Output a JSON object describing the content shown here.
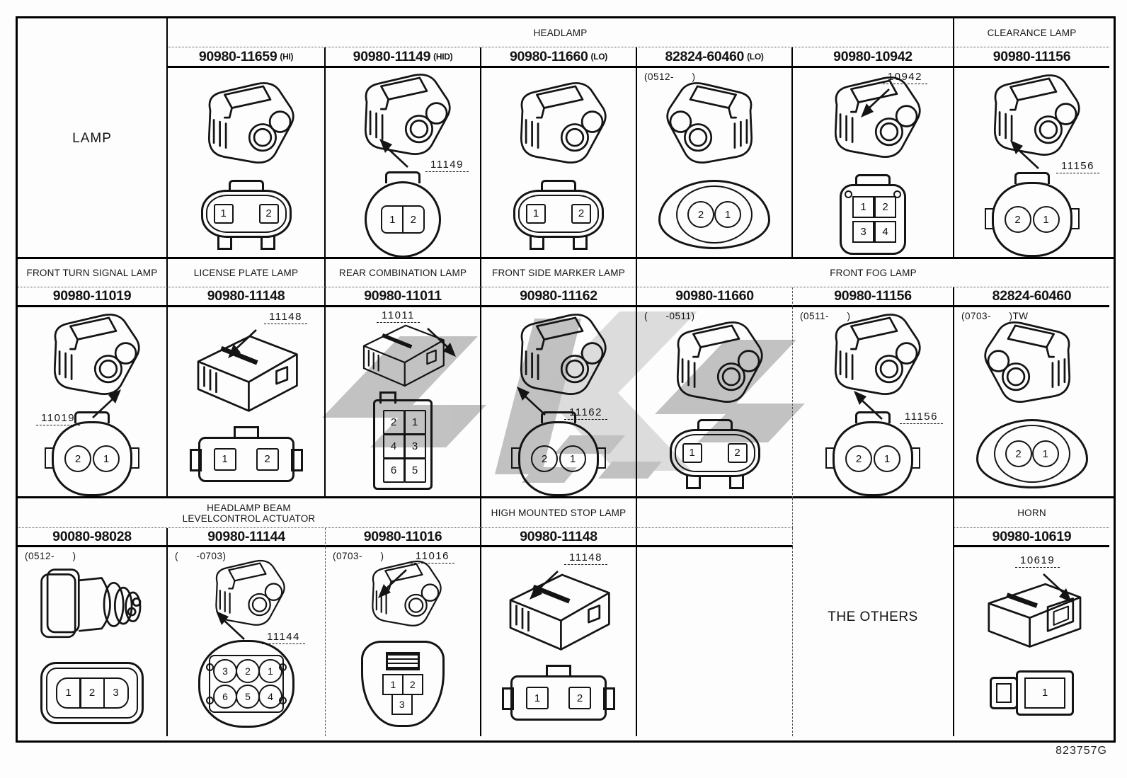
{
  "footer": {
    "code": "823757G"
  },
  "watermark": {
    "color": "#b7b7b7"
  },
  "s1": {
    "label": "LAMP",
    "group_headers": {
      "headlamp": "HEADLAMP",
      "clearance": "CLEARANCE LAMP"
    },
    "cells": [
      {
        "number": "90980-11659",
        "suffix": "(HI)",
        "pins": [
          "1",
          "2"
        ]
      },
      {
        "number": "90980-11149",
        "suffix": "(HID)",
        "callout": "11149",
        "pins": [
          "1",
          "2"
        ]
      },
      {
        "number": "90980-11660",
        "suffix": "(LO)",
        "pins": [
          "1",
          "2"
        ]
      },
      {
        "number": "82824-60460",
        "suffix": "(LO)",
        "note": "(0512-      )",
        "pins": [
          "2",
          "1"
        ]
      },
      {
        "number": "90980-10942",
        "callout": "10942",
        "pins": [
          "1",
          "2",
          "3",
          "4"
        ]
      },
      {
        "number": "90980-11156",
        "callout": "11156",
        "pins": [
          "2",
          "1"
        ]
      }
    ]
  },
  "s2": {
    "headers": [
      "FRONT TURN SIGNAL LAMP",
      "LICENSE PLATE LAMP",
      "REAR COMBINATION LAMP",
      "FRONT SIDE MARKER LAMP",
      "FRONT FOG LAMP"
    ],
    "cells": [
      {
        "number": "90980-11019",
        "callout": "11019",
        "pins": [
          "2",
          "1"
        ]
      },
      {
        "number": "90980-11148",
        "callout": "11148",
        "pins": [
          "1",
          "2"
        ]
      },
      {
        "number": "90980-11011",
        "callout": "11011",
        "pins": [
          "2",
          "1",
          "4",
          "3",
          "6",
          "5"
        ]
      },
      {
        "number": "90980-11162",
        "callout": "11162",
        "pins": [
          "2",
          "1"
        ]
      },
      {
        "number": "90980-11660",
        "note": "(      -0511)",
        "pins": [
          "1",
          "2"
        ]
      },
      {
        "number": "90980-11156",
        "note": "(0511-      )",
        "callout": "11156",
        "pins": [
          "2",
          "1"
        ]
      },
      {
        "number": "82824-60460",
        "note": "(0703-      )TW",
        "pins": [
          "2",
          "1"
        ]
      }
    ]
  },
  "s3": {
    "headers": {
      "beam": "HEADLAMP BEAM\nLEVELCONTROL ACTUATOR",
      "stop": "HIGH MOUNTED STOP LAMP",
      "others": "THE OTHERS",
      "horn": "HORN"
    },
    "cells": [
      {
        "number": "90080-98028",
        "note": "(0512-      )",
        "pins": [
          "1",
          "2",
          "3"
        ]
      },
      {
        "number": "90980-11144",
        "note": "(      -0703)",
        "callout": "11144",
        "pins": [
          "3",
          "2",
          "1",
          "6",
          "5",
          "4"
        ]
      },
      {
        "number": "90980-11016",
        "note": "(0703-      )",
        "callout": "11016",
        "pins": [
          "1",
          "2",
          "3"
        ]
      },
      {
        "number": "90980-11148",
        "callout": "11148",
        "pins": [
          "1",
          "2"
        ]
      },
      {
        "number": "90980-10619",
        "callout": "10619",
        "pins": [
          "1"
        ]
      }
    ]
  }
}
